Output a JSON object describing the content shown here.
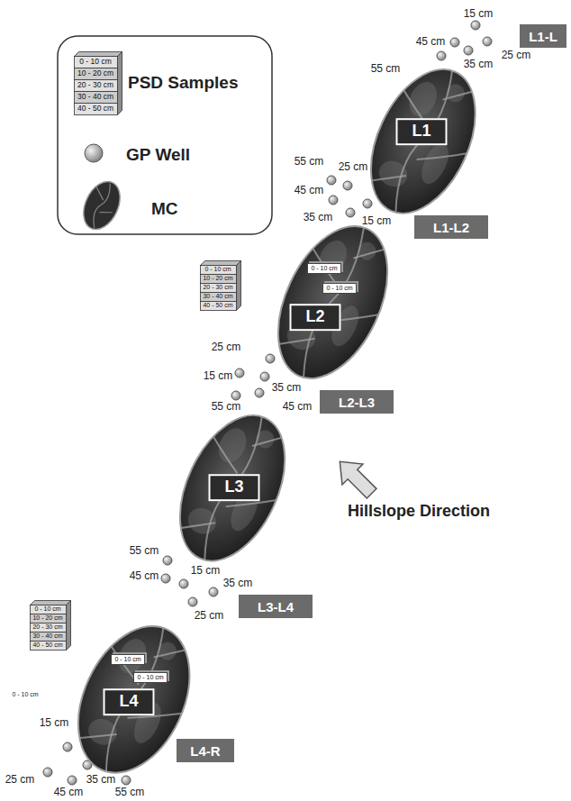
{
  "diagram": {
    "nodes": [
      {
        "text": [
          "L1-L"
        ]
      },
      {
        "text": [
          "0 - 10 cm",
          "10 - 20 cm",
          "20 - 30 cm",
          "30 - 40 cm",
          "40 - 50 cm"
        ]
      },
      {
        "text": [
          "L1"
        ]
      },
      {
        "text": [
          "L1-L2"
        ]
      },
      {
        "text": [
          "0 - 10 cm",
          "10 - 20 cm",
          "20 - 30 cm",
          "30 - 40 cm",
          "40 - 50 cm"
        ]
      },
      {
        "text": [
          "L2"
        ]
      },
      {
        "text": [
          "0 - 10 cm"
        ],
        "in": 5
      },
      {
        "text": [
          "0 - 10 cm"
        ],
        "in": 5
      },
      {
        "text": [
          "L2-L3"
        ]
      },
      {
        "text": [
          "L3"
        ]
      },
      {
        "text": [
          "L3-L4"
        ]
      },
      {
        "text": [
          "0 - 10 cm",
          "10 - 20 cm",
          "20 - 30 cm",
          "30 - 40 cm",
          "40 - 50 cm"
        ]
      },
      {
        "text": [
          "L4"
        ]
      },
      {
        "text": [
          "0 - 10 cm"
        ],
        "in": 12
      },
      {
        "text": [
          "0 - 10 cm"
        ],
        "in": 12
      },
      {
        "text": [
          "L4-R"
        ]
      }
    ],
    "labels": [
      "15 cm",
      "45 cm",
      "55 cm",
      "25 cm",
      "35 cm",
      "55 cm",
      "25 cm",
      "45 cm",
      "35 cm",
      "15 cm",
      "25 cm",
      "15 cm",
      "35 cm",
      "55 cm",
      "45 cm",
      "Hillslope Direction",
      "55 cm",
      "15 cm",
      "45 cm",
      "35 cm",
      "25 cm",
      "0 - 10 cm",
      "15 cm",
      "25 cm",
      "35 cm",
      "45 cm",
      "55 cm"
    ],
    "legend": [
      {
        "text": "PSD Samples"
      },
      {
        "text": "GP Well"
      },
      {
        "text": "MC"
      }
    ]
  }
}
